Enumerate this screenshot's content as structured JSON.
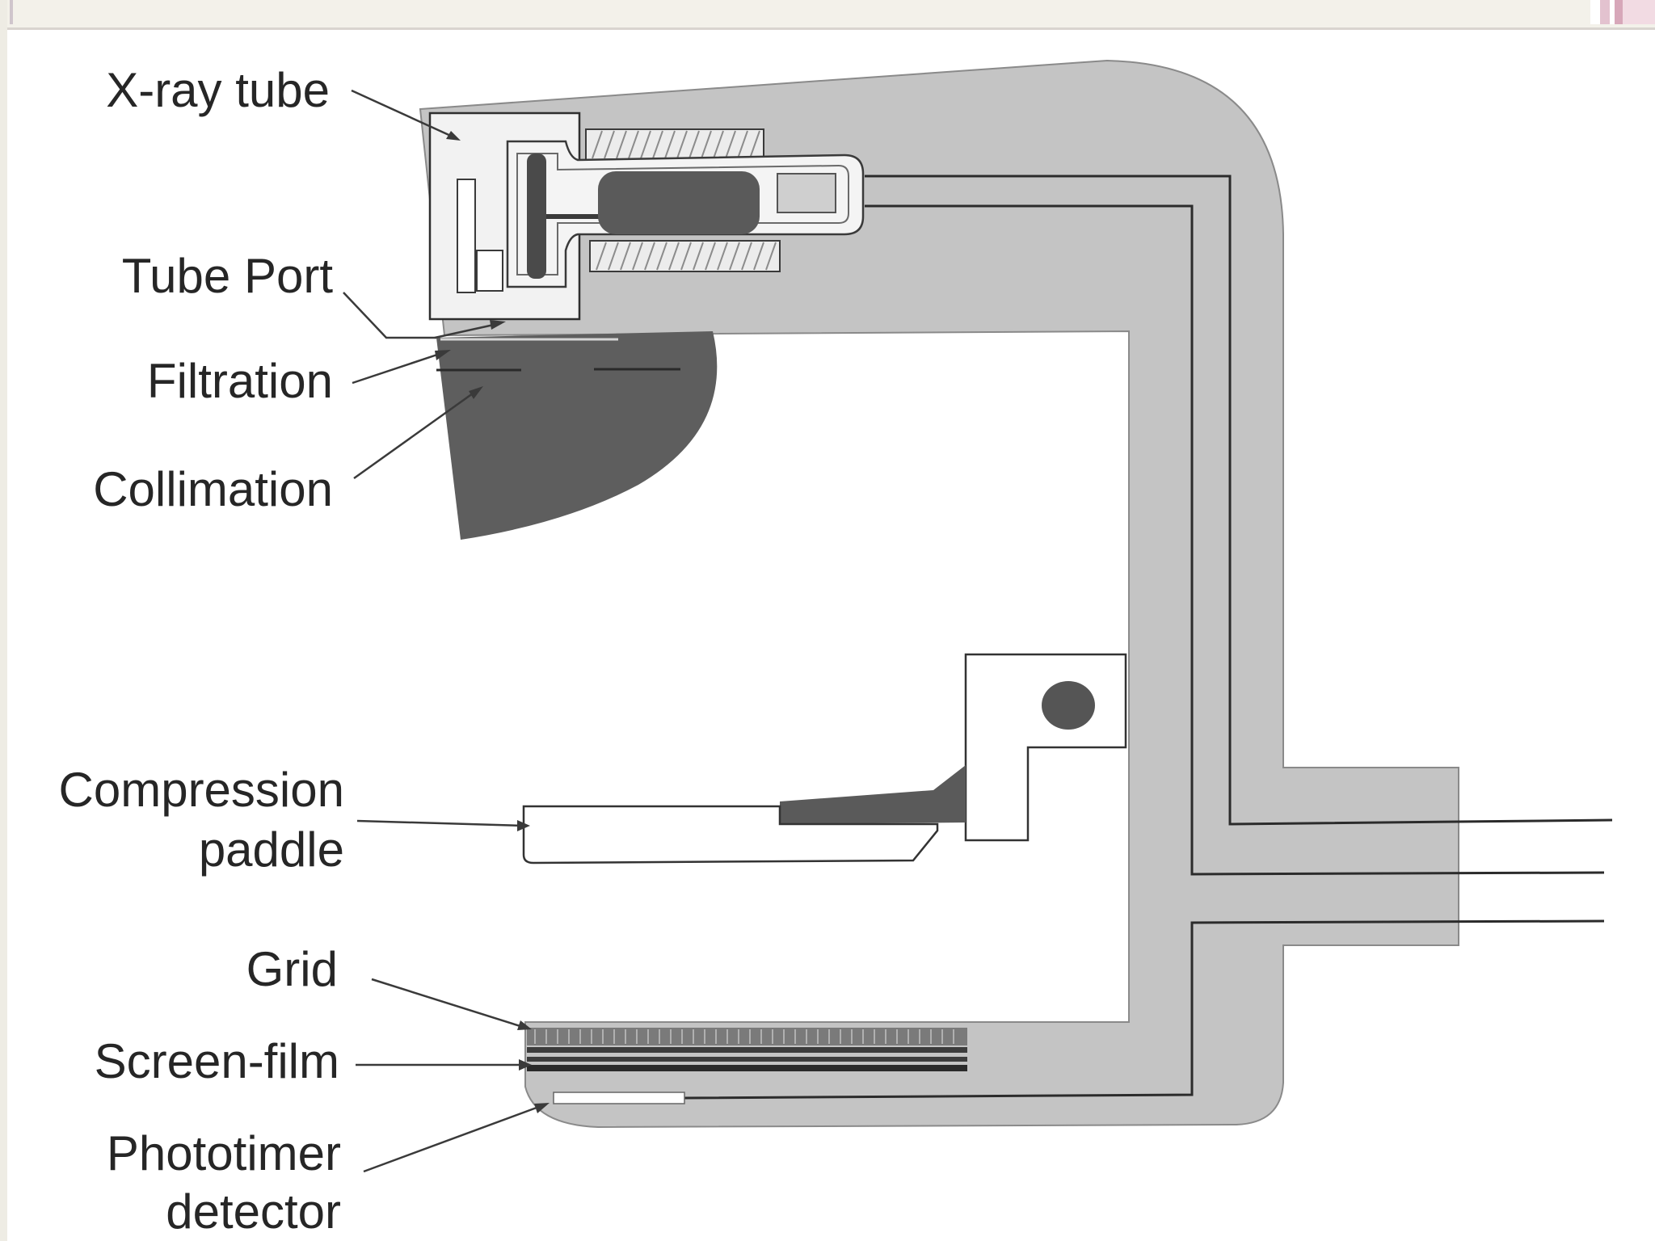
{
  "labels": {
    "xray_tube": "X-ray tube",
    "tube_port": "Tube Port",
    "filtration": "Filtration",
    "collimation": "Collimation",
    "compression_line1": "Compression",
    "compression_line2": "paddle",
    "grid": "Grid",
    "screen_film": "Screen-film",
    "phototimer_line1": "Phototimer",
    "phototimer_line2": "detector"
  },
  "colors": {
    "housing": "#c4c4c4",
    "dark": "#5e5e5e",
    "outline": "#3a3a3a",
    "text": "#262626"
  }
}
